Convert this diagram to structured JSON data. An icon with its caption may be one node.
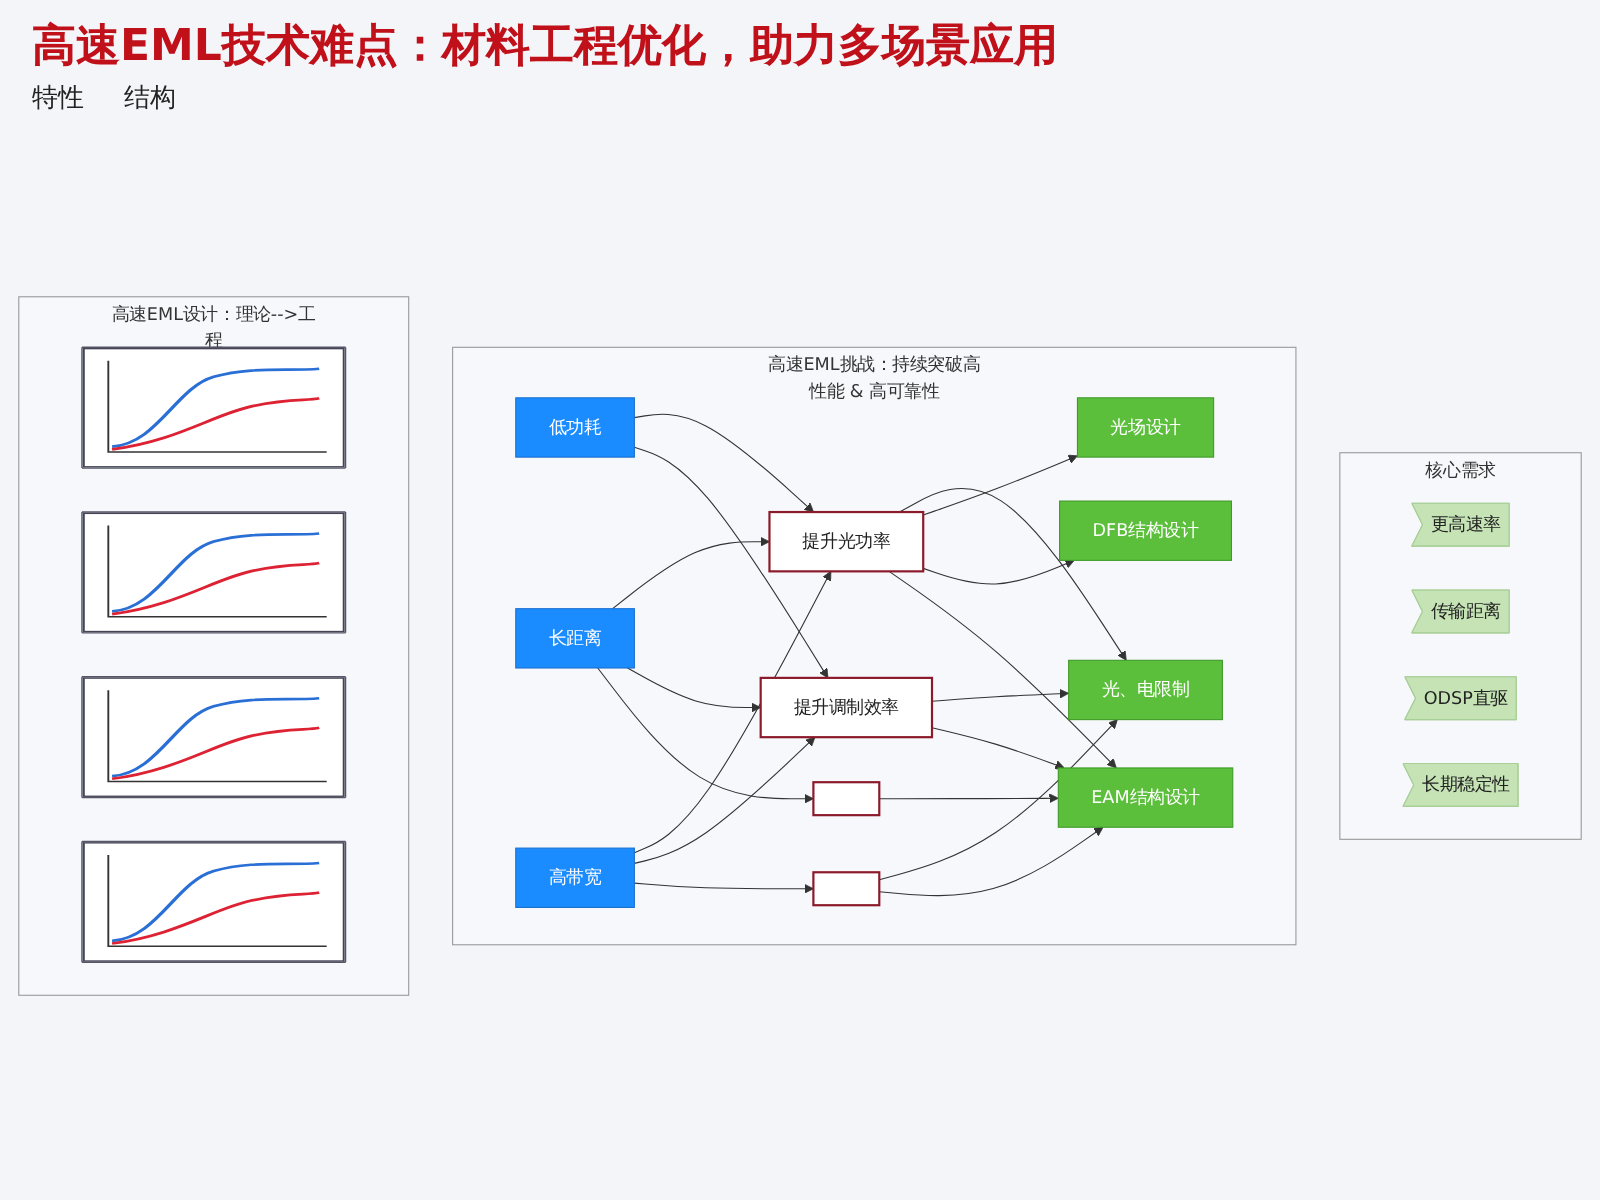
{
  "diagram": {
    "title": "高速EML技术难点：材料工程优化，助力多场景应用",
    "nodes": [
      {
        "text": [
          "核心需求"
        ]
      },
      {
        "text": [
          "更高速率"
        ],
        "in": 0
      },
      {
        "text": [
          "传输距离"
        ],
        "in": 0
      },
      {
        "text": [
          "ODSP直驱"
        ],
        "in": 0
      },
      {
        "text": [
          "长期稳定性"
        ],
        "in": 0
      },
      {
        "text": [
          "高速EML挑战：持续突破高性能 & 高可靠性"
        ]
      },
      {
        "text": [
          "低功耗"
        ],
        "in": 5
      },
      {
        "text": [
          "长距离"
        ],
        "in": 5
      },
      {
        "text": [
          "高带宽"
        ],
        "in": 5
      },
      {
        "text": [
          "提升光功率"
        ],
        "in": 5
      },
      {
        "text": [
          "提升调制效率"
        ],
        "in": 5
      },
      {
        "text": [],
        "shape": "box",
        "in": 5
      },
      {
        "text": [],
        "shape": "box",
        "in": 5
      },
      {
        "text": [
          "光、电限制"
        ],
        "in": 5
      },
      {
        "text": [
          "光场设计"
        ],
        "in": 5
      },
      {
        "text": [
          "DFB结构设计"
        ],
        "in": 5
      },
      {
        "text": [
          "EAM结构设计"
        ],
        "in": 5
      },
      {
        "text": [
          "高速EML设计：理论-->工程"
        ]
      },
      {
        "text": [],
        "shape": "picture",
        "in": 17
      },
      {
        "text": [],
        "shape": "picture",
        "in": 17
      },
      {
        "text": [],
        "shape": "picture",
        "in": 17
      },
      {
        "text": [],
        "shape": "picture",
        "in": 17
      }
    ],
    "edges": [
      {
        "from": 6,
        "to": 9,
        "arrow": "to"
      },
      {
        "from": 6,
        "to": 10,
        "arrow": "to"
      },
      {
        "from": 7,
        "to": 9,
        "arrow": "to"
      },
      {
        "from": 7,
        "to": 10,
        "arrow": "to"
      },
      {
        "from": 7,
        "to": 11,
        "arrow": "to"
      },
      {
        "from": 8,
        "to": 9,
        "arrow": "to"
      },
      {
        "from": 8,
        "to": 10,
        "arrow": "to"
      },
      {
        "from": 8,
        "to": 12,
        "arrow": "to"
      },
      {
        "from": 9,
        "to": 13,
        "arrow": "to"
      },
      {
        "from": 9,
        "to": 14,
        "arrow": "to"
      },
      {
        "from": 9,
        "to": 15,
        "arrow": "to"
      },
      {
        "from": 9,
        "to": 16,
        "arrow": "to"
      },
      {
        "from": 10,
        "to": 13,
        "arrow": "to"
      },
      {
        "from": 10,
        "to": 16,
        "arrow": "to"
      },
      {
        "from": 11,
        "to": 16,
        "arrow": "to"
      },
      {
        "from": 12,
        "to": 13,
        "arrow": "to"
      },
      {
        "from": 12,
        "to": 16,
        "arrow": "to"
      }
    ],
    "labels": [
      "特性",
      "结构"
    ]
  }
}
